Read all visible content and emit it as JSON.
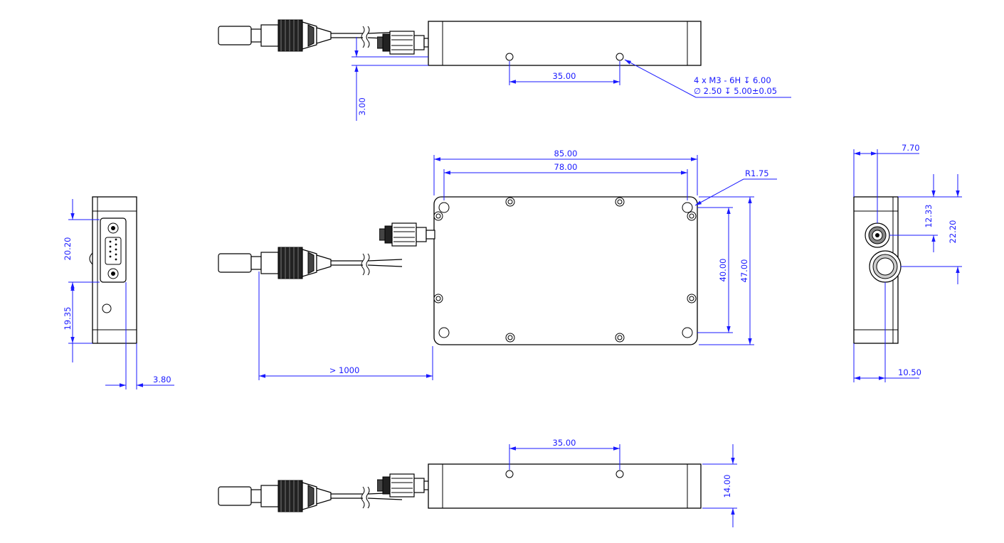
{
  "colors": {
    "dimension": "#1a1aff",
    "outline": "#000000",
    "background": "#ffffff"
  },
  "top_view": {
    "hole_pitch": "35.00",
    "offset": "3.00",
    "note_line1": "4 x  M3 - 6H ↧ 6.00",
    "note_line2": "∅ 2.50 ↧ 5.00±0.05"
  },
  "front_view": {
    "length_overall": "85.00",
    "length_holes": "78.00",
    "radius": "R1.75",
    "height_holes": "40.00",
    "height_overall": "47.00",
    "cable_length": "> 1000"
  },
  "left_view": {
    "connector_height": "20.20",
    "connector_offset": "19.35",
    "edge_offset": "3.80"
  },
  "right_view": {
    "width_top": "7.70",
    "port1_pos": "12.33",
    "port2_pos": "22.20",
    "width_bottom": "10.50"
  },
  "bottom_view": {
    "hole_pitch": "35.00",
    "thickness": "14.00"
  }
}
